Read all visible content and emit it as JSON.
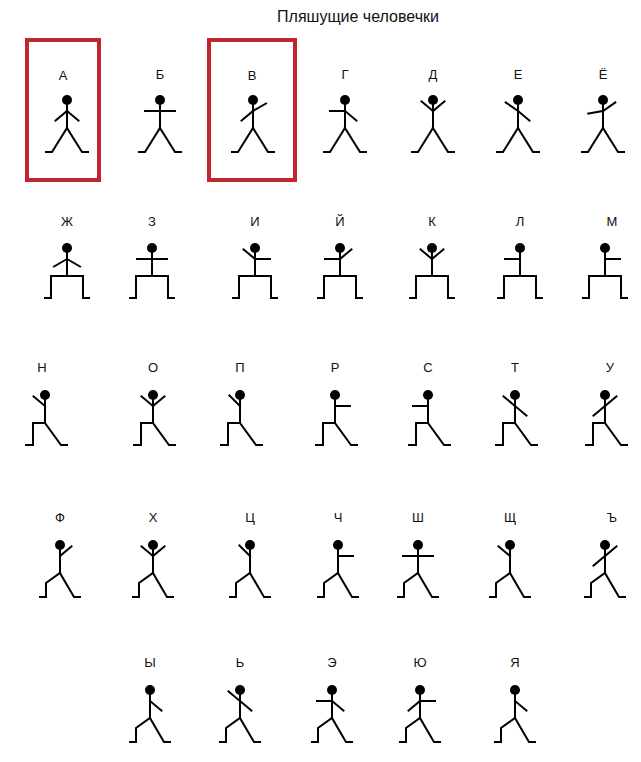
{
  "diagram": {
    "title": "Пляшущие человечки",
    "nodes": [
      {
        "text": [
          "А"
        ]
      },
      {
        "text": [
          "В"
        ]
      }
    ],
    "labels": [
      "Б",
      "Г",
      "Д",
      "Е",
      "Ё",
      "Ж",
      "З",
      "И",
      "Й",
      "К",
      "Л",
      "М",
      "Н",
      "О",
      "П",
      "Р",
      "С",
      "Т",
      "У",
      "Ф",
      "Х",
      "Ц",
      "Ч",
      "Ш",
      "Щ",
      "Ъ",
      "Ы",
      "Ь",
      "Э",
      "Ю",
      "Я"
    ]
  }
}
